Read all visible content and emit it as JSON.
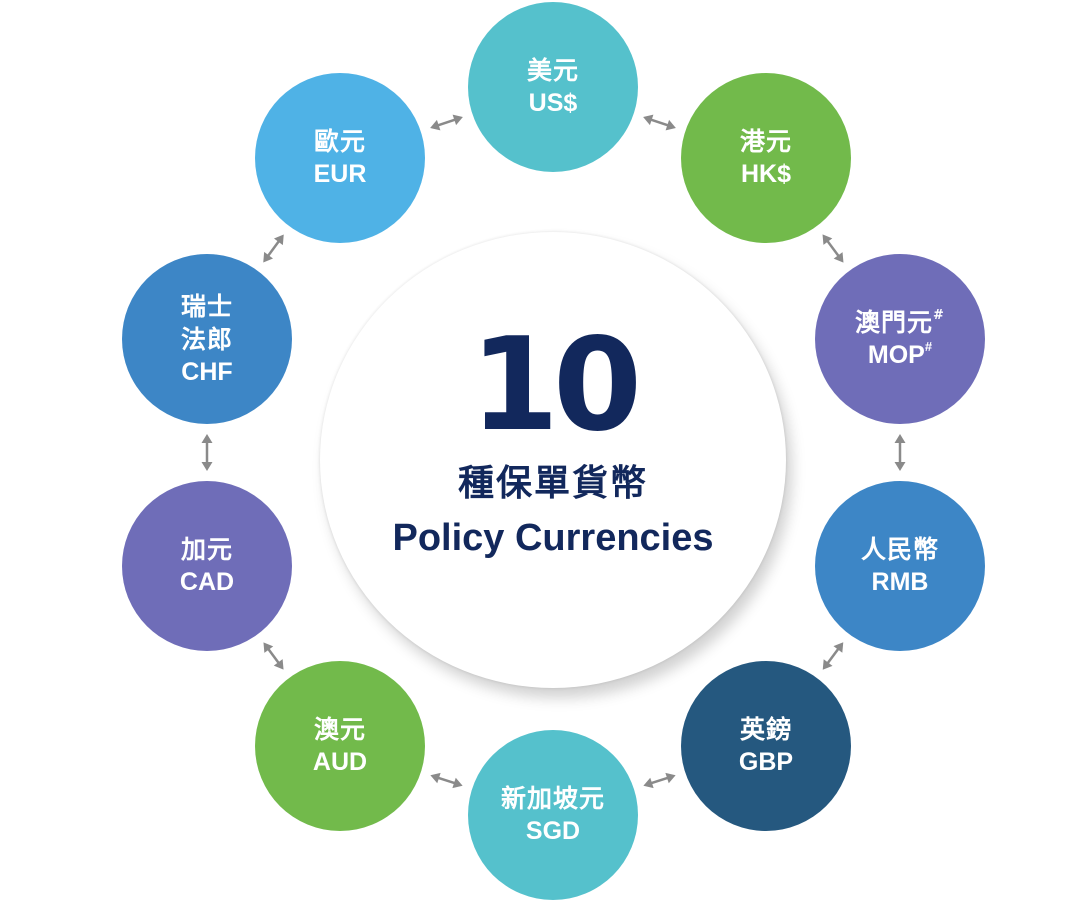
{
  "center": {
    "count": "10",
    "title_zh": "種保單貨幣",
    "title_en": "Policy Currencies"
  },
  "colors": {
    "text_dark": "#12285c",
    "arrow": "#8a8a8a"
  },
  "currencies": [
    {
      "zh": "美元",
      "code": "US$",
      "color": "#55c1cc"
    },
    {
      "zh": "港元",
      "code": "HK$",
      "color": "#72ba4b"
    },
    {
      "zh": "澳門元",
      "zh_mark": "#",
      "code": "MOP",
      "code_mark": "#",
      "color": "#6f6db8"
    },
    {
      "zh": "人民幣",
      "code": "RMB",
      "color": "#3d86c6"
    },
    {
      "zh": "英鎊",
      "code": "GBP",
      "color": "#25587f"
    },
    {
      "zh": "新加坡元",
      "code": "SGD",
      "color": "#55c1cc"
    },
    {
      "zh": "澳元",
      "code": "AUD",
      "color": "#72ba4b"
    },
    {
      "zh": "加元",
      "code": "CAD",
      "color": "#6f6db8"
    },
    {
      "zh_lines": [
        "瑞士",
        "法郎"
      ],
      "code": "CHF",
      "color": "#3d86c6"
    },
    {
      "zh": "歐元",
      "code": "EUR",
      "color": "#4fb2e6"
    }
  ]
}
